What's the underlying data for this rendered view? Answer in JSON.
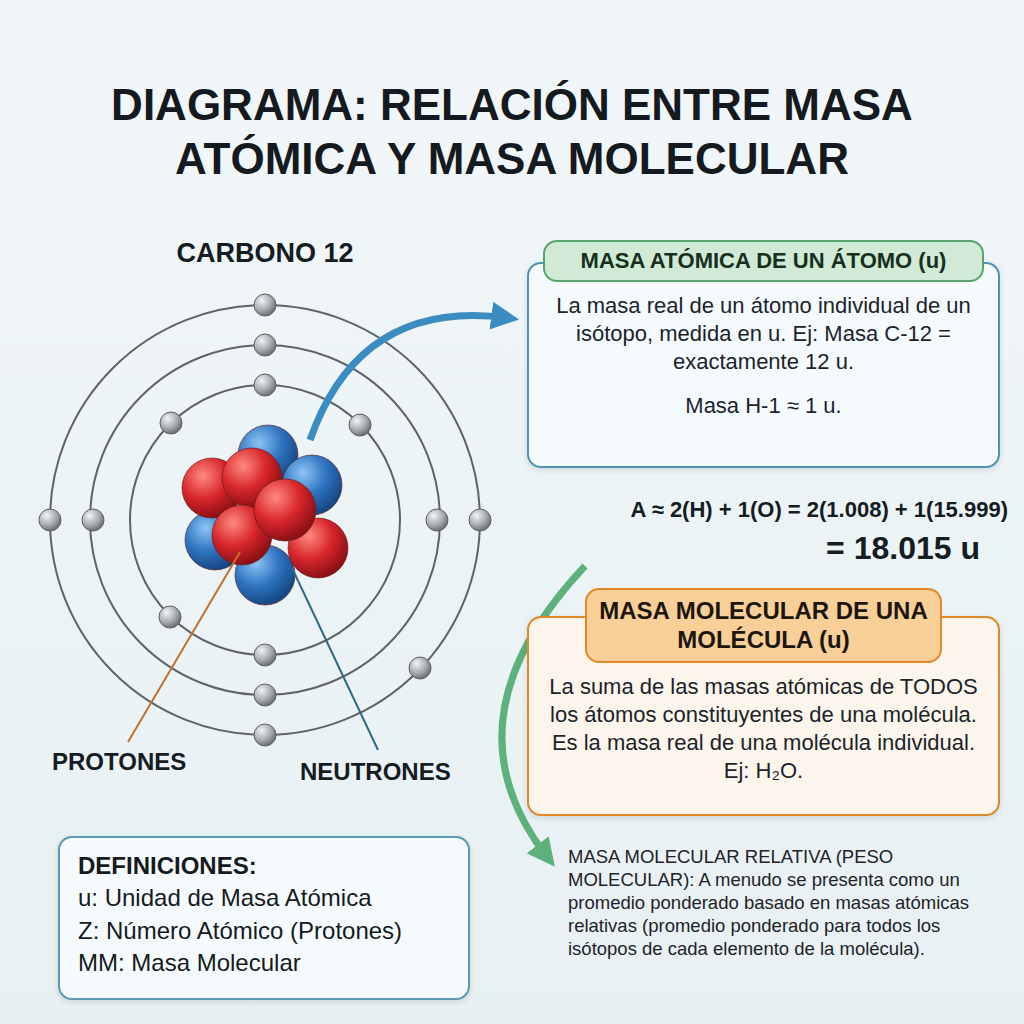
{
  "diagram": {
    "title": "DIAGRAMA: RELACIÓN ENTRE MASA ATÓMICA Y MASA MOLECULAR",
    "nodes": [
      {
        "text": [
          "MASA ATÓMICA DE UN ÁTOMO (u)",
          "La masa real de un átomo individual de un isótopo, medida en u. Ej: Masa C-12 = exactamente 12 u.",
          "Masa H-1 ≈ 1 u."
        ]
      },
      {
        "text": [
          "MASA MOLECULAR DE UNA MOLÉCULA (u)",
          "La suma de las masas atómicas de TODOS los átomos constituyentes de una molécula. Es la masa real de una molécula individual. Ej: H₂O."
        ]
      },
      {
        "text": [
          "DEFINICIONES:",
          "u: Unidad de Masa Atómica",
          "Z: Número Atómico (Protones)",
          "MM: Masa Molecular"
        ]
      }
    ],
    "labels": [
      "CARBONO 12",
      "A ≈ 2(H) + 1(O) = 2(1.008) + 1(15.999)",
      "= 18.015 u",
      "PROTONES",
      "NEUTRONES",
      "MASA MOLECULAR RELATIVA (PESO MOLECULAR): A menudo se presenta como un promedio ponderado basado en masas atómicas relativas (promedio ponderado para todos los isótopos de cada elemento de la molécula)."
    ]
  }
}
